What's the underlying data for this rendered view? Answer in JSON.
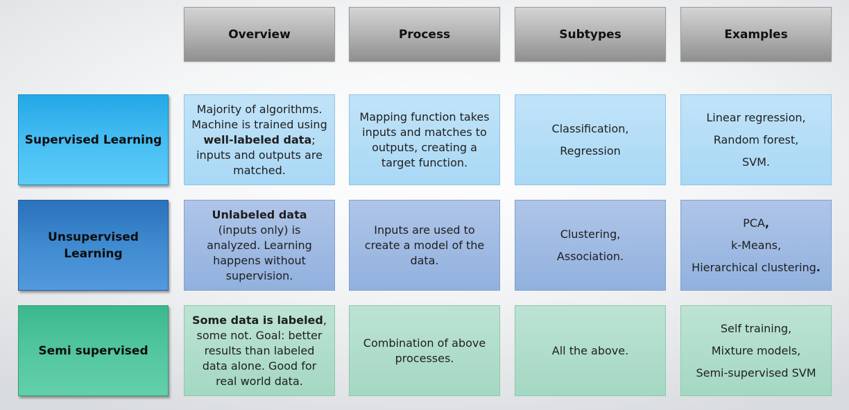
{
  "columns": [
    "Overview",
    "Process",
    "Subtypes",
    "Examples"
  ],
  "rows": [
    {
      "label": "Supervised Learning",
      "overview": [
        {
          "text": "Majority of algorithms. Machine is trained using ",
          "bold": false
        },
        {
          "text": "well-labeled data",
          "bold": true
        },
        {
          "text": "; inputs and outputs are matched.",
          "bold": false
        }
      ],
      "process": "Mapping function takes inputs and matches to outputs, creating a target function.",
      "subtypes": [
        "Classification,",
        "Regression"
      ],
      "examples": [
        [
          {
            "text": "Linear regression,",
            "bold": false
          }
        ],
        [
          {
            "text": "Random forest,",
            "bold": false
          }
        ],
        [
          {
            "text": "SVM.",
            "bold": false
          }
        ]
      ]
    },
    {
      "label": "Unsupervised Learning",
      "overview": [
        {
          "text": "Unlabeled data",
          "bold": true
        },
        {
          "text": " (inputs only) is analyzed. Learning happens without supervision.",
          "bold": false
        }
      ],
      "process": "Inputs are used to create a model of the data.",
      "subtypes": [
        "Clustering,",
        "Association."
      ],
      "examples": [
        [
          {
            "text": "PCA",
            "bold": false
          },
          {
            "text": ",",
            "bold": true
          }
        ],
        [
          {
            "text": "k-Means,",
            "bold": false
          }
        ],
        [
          {
            "text": "Hierarchical clustering",
            "bold": false
          },
          {
            "text": ".",
            "bold": true
          }
        ]
      ]
    },
    {
      "label": "Semi supervised",
      "overview": [
        {
          "text": "Some data is labeled",
          "bold": true
        },
        {
          "text": ", some not. Goal: better results than labeled data alone. Good for real world data.",
          "bold": false
        }
      ],
      "process": "Combination of above processes.",
      "subtypes": [
        "All the above."
      ],
      "examples": [
        [
          {
            "text": "Self training,",
            "bold": false
          }
        ],
        [
          {
            "text": "Mixture models,",
            "bold": false
          }
        ],
        [
          {
            "text": "Semi-supervised SVM",
            "bold": false
          }
        ]
      ]
    }
  ],
  "colors": {
    "supervised": "#45bdf2",
    "unsupervised": "#3f8ad0",
    "semi_supervised": "#52c69f",
    "header_gray": "#b3b3b3"
  }
}
